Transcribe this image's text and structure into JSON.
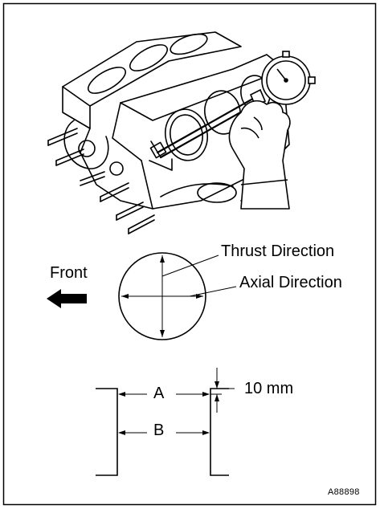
{
  "labels": {
    "thrust_direction": "Thrust Direction",
    "axial_direction": "Axial Direction",
    "front": "Front",
    "a": "A",
    "b": "B",
    "offset": "10 mm",
    "figure_code": "A88898"
  },
  "icons": {
    "front_arrow": "left-arrow-icon",
    "dial_gauge": "dial-gauge-icon"
  }
}
